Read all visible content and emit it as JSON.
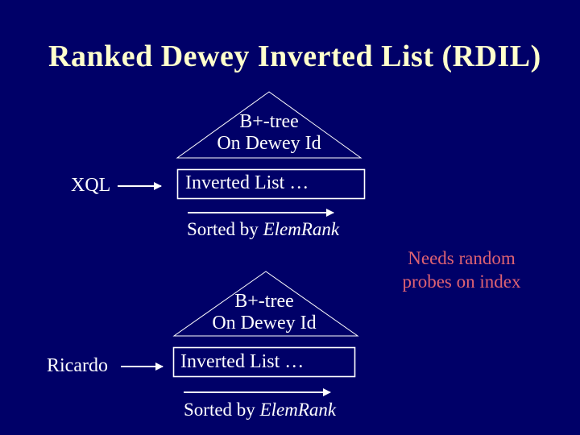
{
  "slide": {
    "title": "Ranked Dewey Inverted List (RDIL)",
    "colors": {
      "background": "#000068",
      "title_text": "#FFFFCC",
      "diagram_stroke_and_text": "#FFFFFF",
      "note_text": "#DE6272"
    }
  },
  "diagram": {
    "xql_branch": {
      "source_label": "XQL",
      "tree_line1": "B+-tree",
      "tree_line2": "On Dewey Id",
      "list_box_label": "Inverted List …",
      "sorted_prefix": "Sorted by ",
      "sorted_term": "ElemRank"
    },
    "ricardo_branch": {
      "source_label": "Ricardo",
      "tree_line1": "B+-tree",
      "tree_line2": "On Dewey Id",
      "list_box_label": "Inverted List …",
      "sorted_prefix": "Sorted by ",
      "sorted_term": "ElemRank"
    },
    "note": {
      "line1": "Needs random",
      "line2": "probes on index"
    }
  }
}
